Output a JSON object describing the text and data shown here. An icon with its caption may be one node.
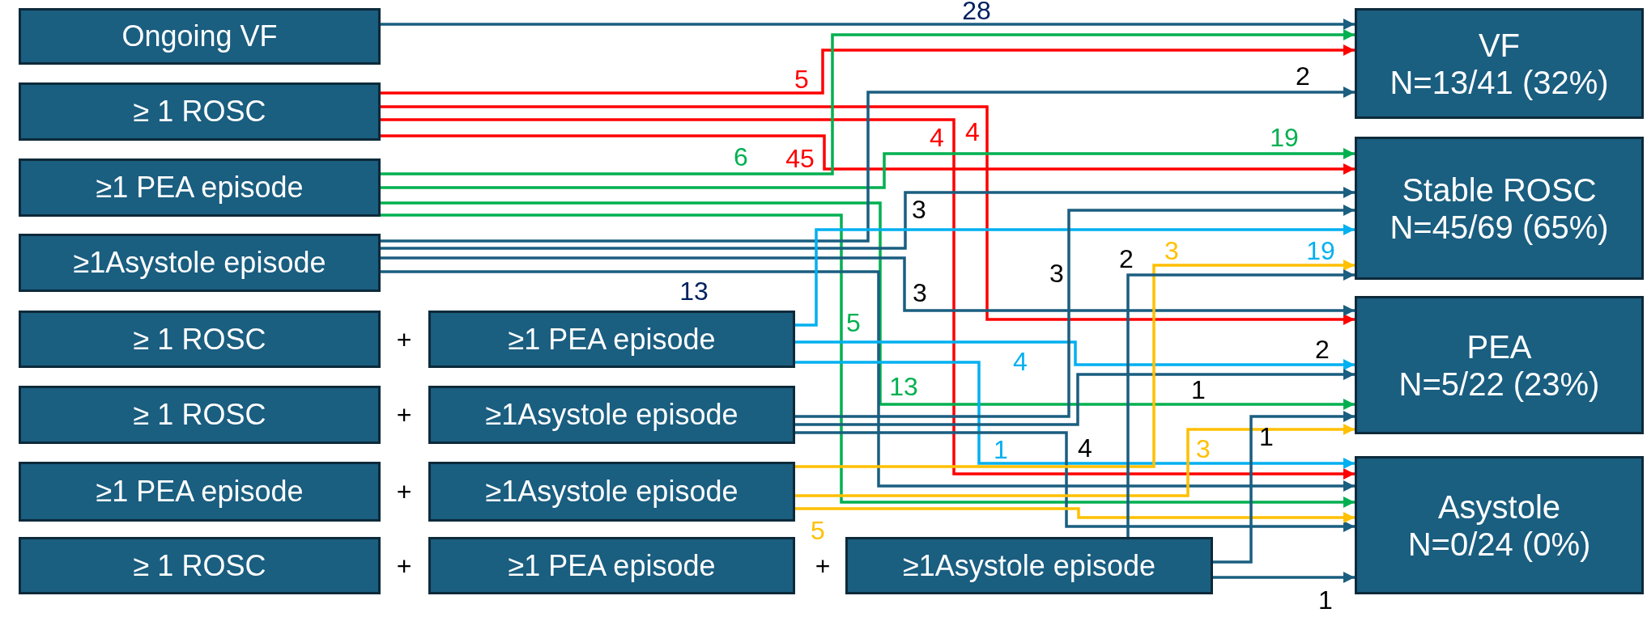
{
  "diagram": {
    "nodes": [
      {
        "text": [
          "Ongoing VF"
        ]
      },
      {
        "text": [
          "≥ 1 ROSC"
        ]
      },
      {
        "text": [
          "≥1 PEA episode"
        ]
      },
      {
        "text": [
          "≥1Asystole episode"
        ]
      },
      {
        "text": [
          "≥ 1 ROSC"
        ]
      },
      {
        "text": [
          "≥1 PEA episode"
        ]
      },
      {
        "text": [
          "≥ 1 ROSC"
        ]
      },
      {
        "text": [
          "≥1Asystole episode"
        ]
      },
      {
        "text": [
          "≥1 PEA episode"
        ]
      },
      {
        "text": [
          "≥1Asystole episode"
        ]
      },
      {
        "text": [
          "≥ 1 ROSC"
        ]
      },
      {
        "text": [
          "≥1 PEA episode"
        ]
      },
      {
        "text": [
          "≥1Asystole episode"
        ]
      },
      {
        "text": [
          "VF",
          "N=13/41 (32%)"
        ]
      },
      {
        "text": [
          "Stable ROSC",
          "N=45/69 (65%)"
        ]
      },
      {
        "text": [
          "PEA",
          "N=5/22 (23%)"
        ]
      },
      {
        "text": [
          "Asystole",
          "N=0/24 (0%)"
        ]
      }
    ],
    "edges": [
      {
        "from": 0,
        "to": 13,
        "arrow": "to",
        "label": "28"
      },
      {
        "from": 1,
        "to": 13,
        "arrow": "to",
        "label": "5",
        "color": "#ff0000"
      },
      {
        "from": 1,
        "to": 15,
        "arrow": "to",
        "label": "4",
        "color": "#ff0000"
      },
      {
        "from": 1,
        "to": 16,
        "arrow": "to",
        "label": "4",
        "color": "#ff0000"
      },
      {
        "from": 1,
        "to": 14,
        "arrow": "to",
        "label": "45",
        "color": "#ff0000"
      },
      {
        "from": 2,
        "to": 13,
        "arrow": "to",
        "label": "6",
        "color": "#00b050"
      },
      {
        "from": 2,
        "to": 14,
        "arrow": "to",
        "label": "19",
        "color": "#00b050"
      },
      {
        "from": 2,
        "to": 15,
        "arrow": "to",
        "label": "13",
        "color": "#00b050"
      },
      {
        "from": 2,
        "to": 16,
        "arrow": "to",
        "label": "5",
        "color": "#00b050"
      },
      {
        "from": 3,
        "to": 13,
        "arrow": "to",
        "label": "2"
      },
      {
        "from": 3,
        "to": 14,
        "arrow": "to",
        "label": "3"
      },
      {
        "from": 3,
        "to": 15,
        "arrow": "to",
        "label": "3"
      },
      {
        "from": 3,
        "to": 16,
        "arrow": "to",
        "label": "13"
      },
      {
        "from": 5,
        "to": 14,
        "arrow": "to",
        "label": "19",
        "color": "#00b0f0"
      },
      {
        "from": 5,
        "to": 15,
        "arrow": "to",
        "label": "4",
        "color": "#00b0f0"
      },
      {
        "from": 5,
        "to": 16,
        "arrow": "to",
        "label": "1",
        "color": "#00b0f0"
      },
      {
        "from": 7,
        "to": 14,
        "arrow": "to",
        "label": "3"
      },
      {
        "from": 7,
        "to": 15,
        "arrow": "to",
        "label": "1"
      },
      {
        "from": 7,
        "to": 16,
        "arrow": "to",
        "label": "4"
      },
      {
        "from": 9,
        "to": 14,
        "arrow": "to",
        "label": "3",
        "color": "#ffc000"
      },
      {
        "from": 9,
        "to": 15,
        "arrow": "to",
        "label": "3",
        "color": "#ffc000"
      },
      {
        "from": 9,
        "to": 16,
        "arrow": "to",
        "label": "5",
        "color": "#ffc000"
      },
      {
        "from": 12,
        "to": 14,
        "arrow": "to",
        "label": "2"
      },
      {
        "from": 12,
        "to": 15,
        "arrow": "to",
        "label": "1"
      },
      {
        "from": 12,
        "to": 16,
        "arrow": "to",
        "label": "1"
      }
    ],
    "labels": [
      "+",
      "+",
      "+",
      "+",
      "+",
      "2"
    ]
  }
}
